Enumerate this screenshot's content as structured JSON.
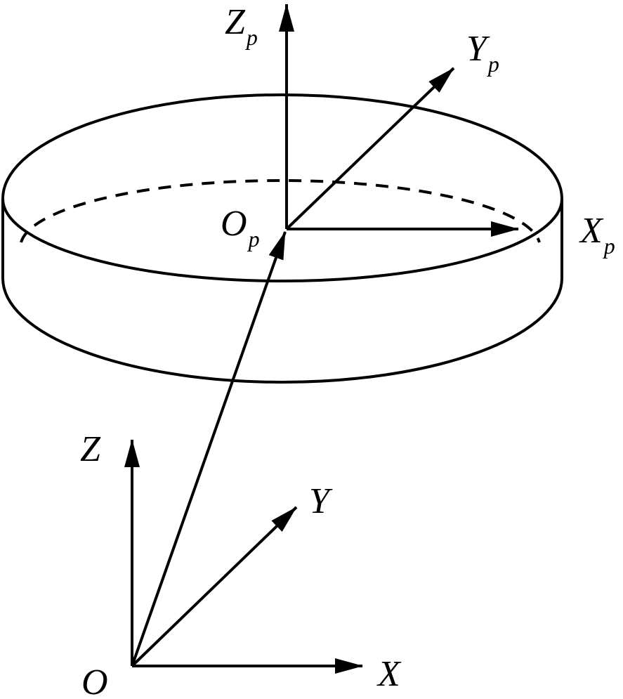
{
  "labels": {
    "z_p_main": "Z",
    "z_p_sub": "p",
    "y_p_main": "Y",
    "y_p_sub": "p",
    "x_p_main": "X",
    "x_p_sub": "p",
    "o_p_main": "O",
    "o_p_sub": "p",
    "z": "Z",
    "y": "Y",
    "x": "X",
    "o": "O"
  },
  "colors": {
    "stroke": "#000000",
    "background": "#ffffff"
  }
}
